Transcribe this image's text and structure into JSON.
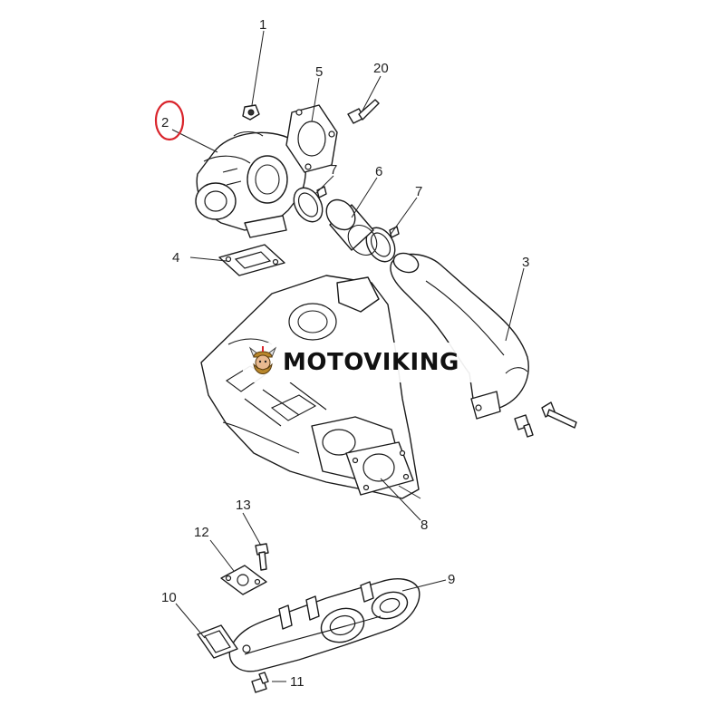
{
  "callouts": {
    "c1": "1",
    "c2": "2",
    "c3": "3",
    "c4": "4",
    "c5": "5",
    "c6": "6",
    "c7a": "7",
    "c7b": "7",
    "c8": "8",
    "c9": "9",
    "c10": "10",
    "c11": "11",
    "c12": "12",
    "c13": "13",
    "c20": "20"
  },
  "highlight": {
    "target": "2",
    "color": "#d9242b"
  },
  "watermark": {
    "brand": "MOTOVIKING"
  }
}
